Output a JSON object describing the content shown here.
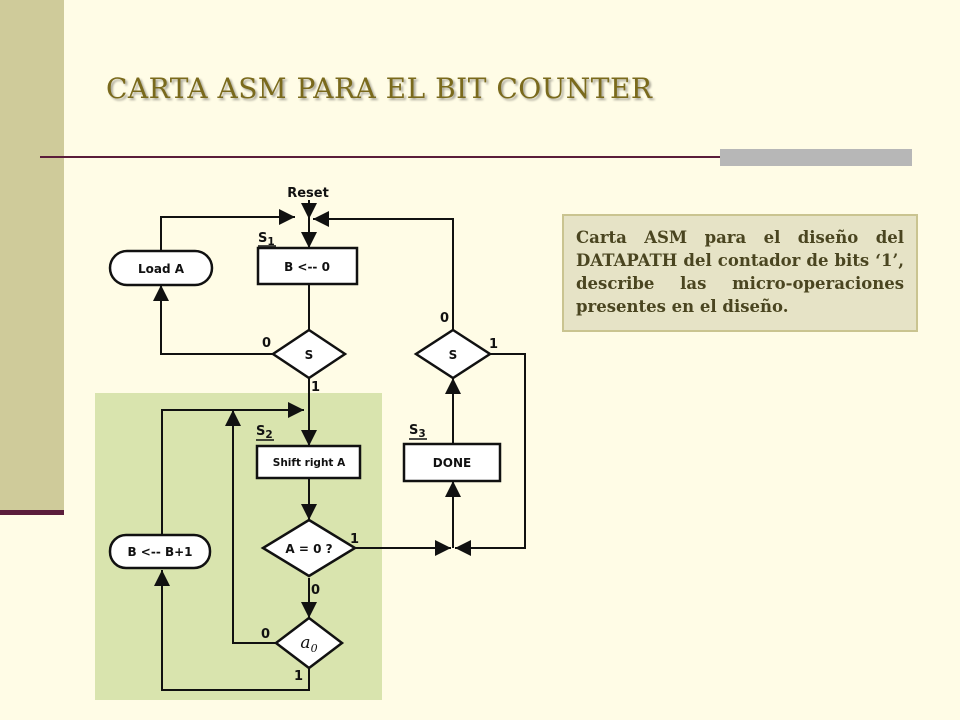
{
  "title": "CARTA ASM PARA EL BIT COUNTER",
  "caption": "Carta ASM para el diseño del DATAPATH del contador de bits ‘1’, describe las micro-operaciones presentes en el diseño.",
  "diagram": {
    "reset": "Reset",
    "s1_state": "S",
    "s1_sub": "1",
    "s2_state": "S",
    "s2_sub": "2",
    "s3_state": "S",
    "s3_sub": "3",
    "box_b_reset": "B <-- 0",
    "box_load_a": "Load A",
    "box_shift": "Shift right  A",
    "box_increment": "B <-- B+1",
    "box_done": "DONE",
    "decision_s_left": "S",
    "decision_s_right": "S",
    "decision_a_zero": "A = 0 ?",
    "decision_a0_base": "a",
    "decision_a0_sub": "0",
    "left_s_zero": "0",
    "left_s_one": "1",
    "right_s_zero": "0",
    "right_s_one": "1",
    "azero_one": "1",
    "azero_zero": "0",
    "a0_zero": "0",
    "a0_one": "1"
  },
  "colors": {
    "highlight_region": "#d9e4ae",
    "title": "#7a6a1c",
    "accent_line": "#5b1d3a"
  }
}
